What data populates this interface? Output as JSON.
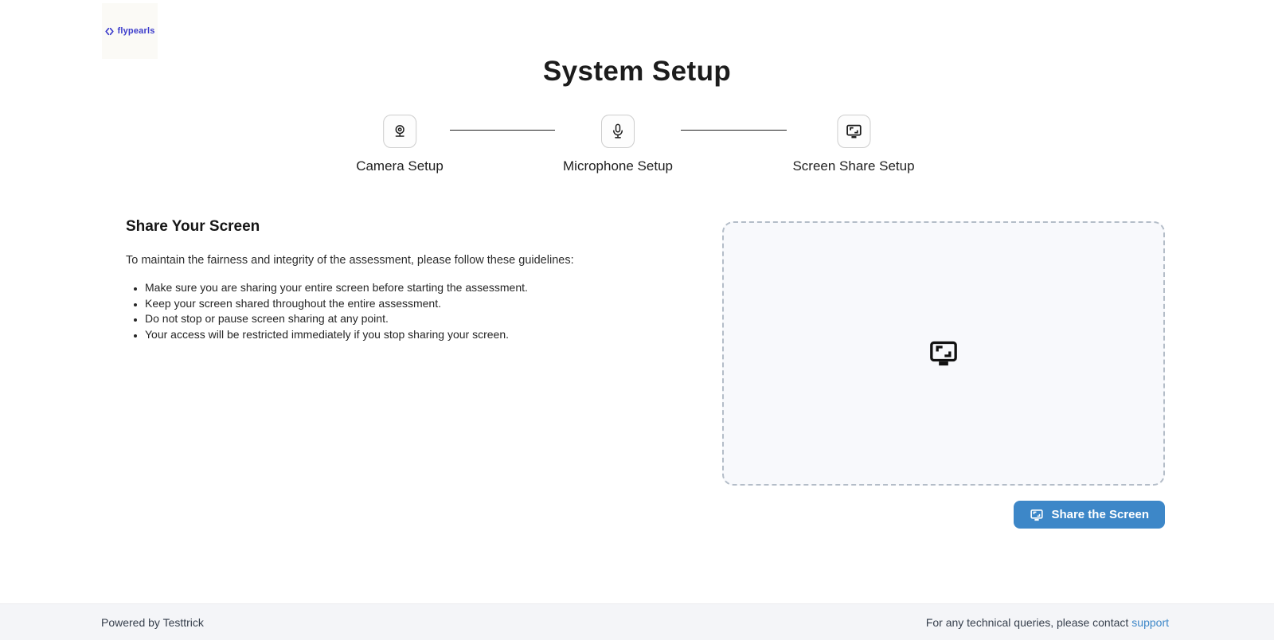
{
  "brand": {
    "logo_text": "flypearls",
    "logo_icon": "code-chevrons-icon",
    "logo_color": "#3b3bcb"
  },
  "page": {
    "title": "System Setup"
  },
  "steps": [
    {
      "label": "Camera Setup",
      "icon": "webcam-icon"
    },
    {
      "label": "Microphone Setup",
      "icon": "microphone-icon"
    },
    {
      "label": "Screen Share Setup",
      "icon": "screen-share-icon"
    }
  ],
  "share_section": {
    "heading": "Share Your Screen",
    "intro": "To maintain the fairness and integrity of the assessment, please follow these guidelines:",
    "guidelines": [
      "Make sure you are sharing your entire screen before starting the assessment.",
      "Keep your screen shared throughout the entire assessment.",
      "Do not stop or pause screen sharing at any point.",
      "Your access will be restricted immediately if you stop sharing your screen."
    ],
    "preview_icon": "screen-share-icon",
    "share_button_label": "Share the Screen"
  },
  "footer": {
    "powered_by": "Powered by Testtrick",
    "support_text": "For any technical queries, please contact",
    "support_link_label": "support"
  },
  "colors": {
    "accent_blue": "#3d87c8",
    "link_blue": "#3d87c8",
    "logo_indigo": "#3b3bcb",
    "dashed_border": "#b4bdc8",
    "preview_background": "#f8f9fc",
    "footer_background": "#f4f5f8",
    "heading_text": "#1c1c1c"
  }
}
